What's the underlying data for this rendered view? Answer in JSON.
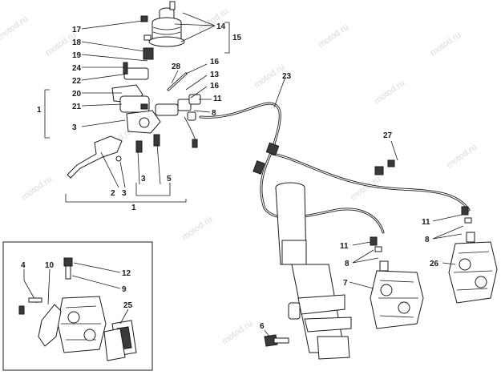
{
  "watermark": "motod.ru",
  "callouts": [
    {
      "id": "17",
      "text": "17"
    },
    {
      "id": "18",
      "text": "18"
    },
    {
      "id": "19",
      "text": "19"
    },
    {
      "id": "24",
      "text": "24"
    },
    {
      "id": "22",
      "text": "22"
    },
    {
      "id": "20",
      "text": "20"
    },
    {
      "id": "21",
      "text": "21"
    },
    {
      "id": "1a",
      "text": "1"
    },
    {
      "id": "3a",
      "text": "3"
    },
    {
      "id": "14",
      "text": "14"
    },
    {
      "id": "15",
      "text": "15"
    },
    {
      "id": "28",
      "text": "28"
    },
    {
      "id": "16a",
      "text": "16"
    },
    {
      "id": "13",
      "text": "13"
    },
    {
      "id": "16b",
      "text": "16"
    },
    {
      "id": "11a",
      "text": "11"
    },
    {
      "id": "8a",
      "text": "8"
    },
    {
      "id": "23",
      "text": "23"
    },
    {
      "id": "2",
      "text": "2"
    },
    {
      "id": "3b",
      "text": "3"
    },
    {
      "id": "3c",
      "text": "3"
    },
    {
      "id": "5",
      "text": "5"
    },
    {
      "id": "1b",
      "text": "1"
    },
    {
      "id": "27",
      "text": "27"
    },
    {
      "id": "11b",
      "text": "11"
    },
    {
      "id": "8b",
      "text": "8"
    },
    {
      "id": "11c",
      "text": "11"
    },
    {
      "id": "8c",
      "text": "8"
    },
    {
      "id": "26",
      "text": "26"
    },
    {
      "id": "7",
      "text": "7"
    },
    {
      "id": "6",
      "text": "6"
    },
    {
      "id": "4",
      "text": "4"
    },
    {
      "id": "10",
      "text": "10"
    },
    {
      "id": "12",
      "text": "12"
    },
    {
      "id": "9",
      "text": "9"
    },
    {
      "id": "25",
      "text": "25"
    }
  ]
}
